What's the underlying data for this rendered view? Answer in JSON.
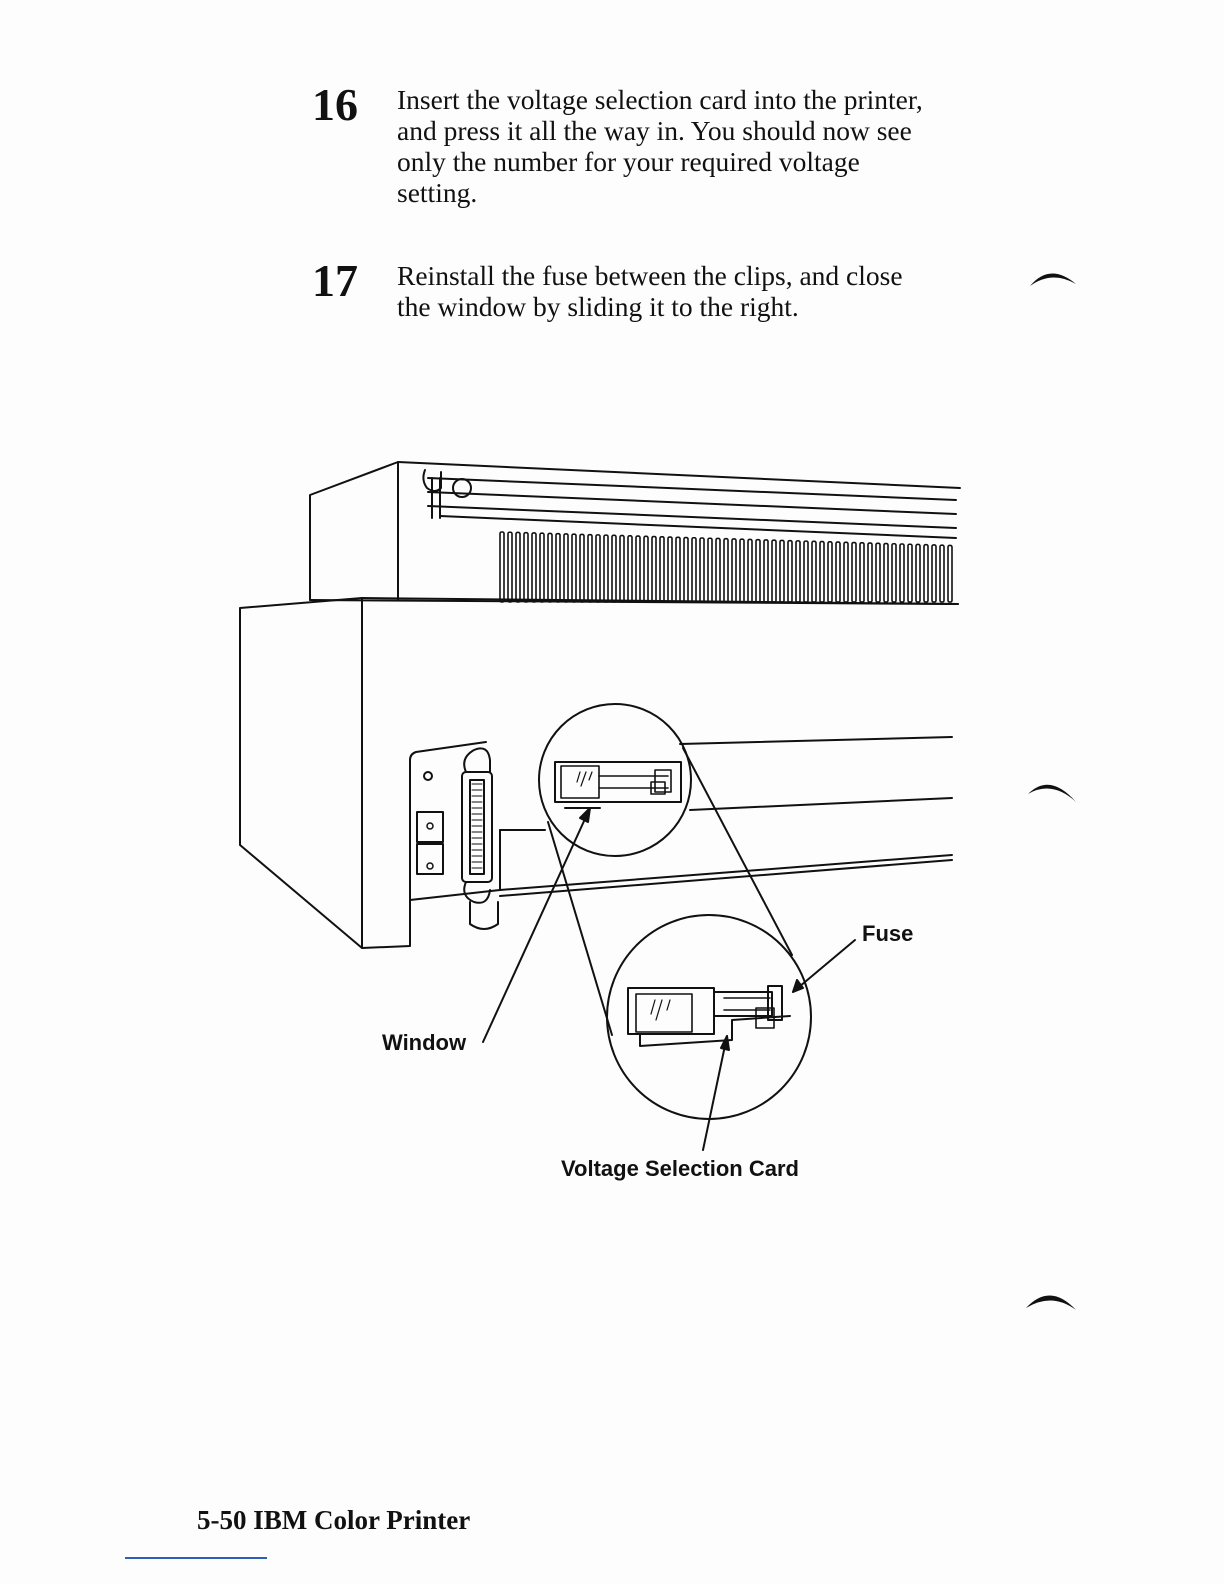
{
  "steps": [
    {
      "number": "16",
      "text": "Insert the voltage selection card into the printer,\nand press it all the way in.  You should now see\nonly the number for your required voltage\nsetting."
    },
    {
      "number": "17",
      "text": "Reinstall the fuse between the clips, and close\nthe window by sliding it to the right."
    }
  ],
  "figure": {
    "callouts": {
      "fuse": "Fuse",
      "window": "Window",
      "voltage_card": "Voltage Selection Card"
    }
  },
  "footer": {
    "page_label": "5-50  IBM Color Printer"
  }
}
